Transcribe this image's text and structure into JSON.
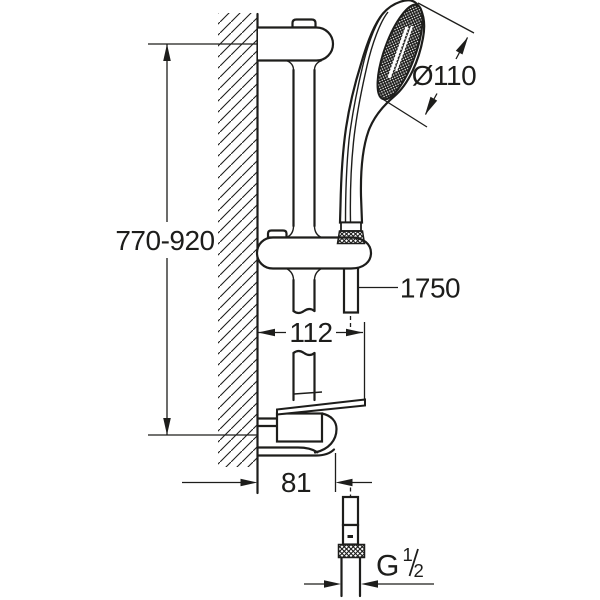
{
  "drawing": {
    "background": "#ffffff",
    "line_color": "#1d1d1b",
    "dimensions": {
      "rail_height_range": "770-920",
      "head_diameter": "Ø110",
      "hose_length": "1750",
      "offset_upper": "112",
      "offset_lower": "81",
      "thread": {
        "prefix": "G",
        "numerator": "1",
        "denominator": "2"
      }
    }
  }
}
